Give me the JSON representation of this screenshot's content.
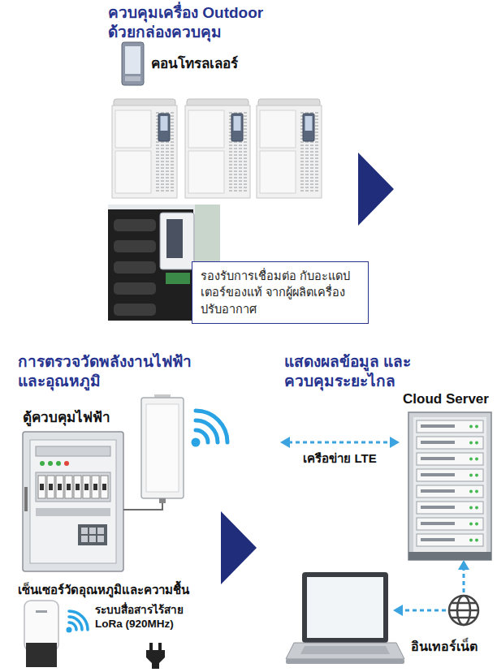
{
  "diagram": {
    "nodes": [
      {
        "text": [
          "รองรับการเชื่อมต่อ กับอะแดปเตอร์ของแท้ จากผู้ผลิตเครื่องปรับอากาศ"
        ]
      },
      {
        "text": [
          "ตู้ควบคุมไฟฟ้า"
        ]
      },
      {
        "text": [
          "Cloud Server"
        ]
      },
      {
        "text": [
          "อินเทอร์เน็ต"
        ]
      }
    ],
    "edges": [
      {
        "from": 1,
        "to": 2,
        "label": "เครือข่าย LTE",
        "arrow": "both"
      },
      {
        "from": 3,
        "to": 2,
        "arrow": "to"
      }
    ],
    "labels": [
      "ควบคุมเครื่อง Outdoor ด้วยกล่องควบคุม",
      "คอนโทรลเลอร์",
      "การตรวจวัดพลังงานไฟฟ้า และอุณหภูมิ",
      "เซ็นเซอร์วัดอุณหภูมิและความชื้น",
      "ระบบสื่อสารไร้สาย LoRa (920MHz)",
      "แสดงผลข้อมูล และควบคุมระยะไกล"
    ]
  }
}
